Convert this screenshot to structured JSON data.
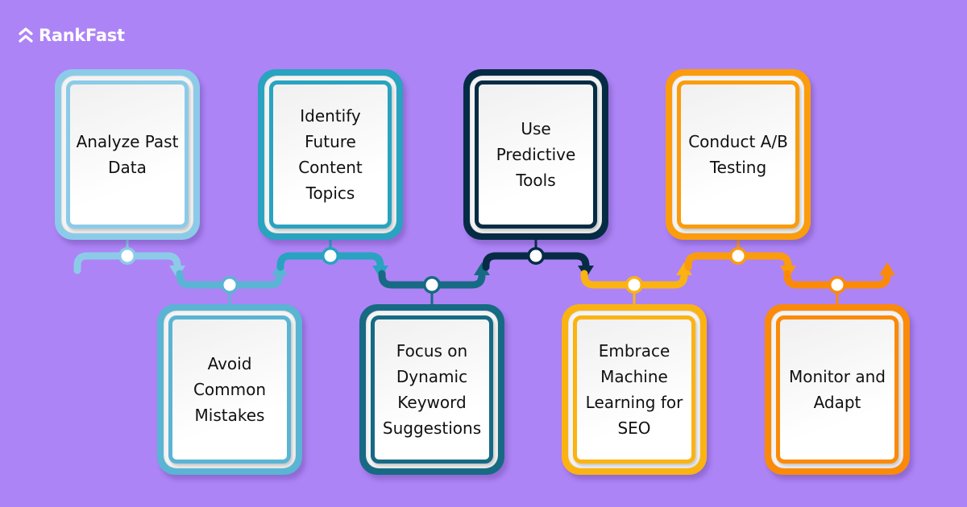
{
  "brand": {
    "name": "RankFast",
    "icon": "double-chevron-up-icon"
  },
  "colors": {
    "background": "#ad84f6",
    "steps": [
      "#8ccbe8",
      "#28a3c0",
      "#062c45",
      "#fb9c0c",
      "#5ab4d3",
      "#166a84",
      "#fbb312",
      "#fb8a08"
    ]
  },
  "steps": [
    {
      "order": 1,
      "row": "top",
      "label": "Analyze Past Data",
      "color": "#8ccbe8"
    },
    {
      "order": 2,
      "row": "bottom",
      "label": "Avoid Common Mistakes",
      "color": "#5ab4d3"
    },
    {
      "order": 3,
      "row": "top",
      "label": "Identify Future Content Topics",
      "color": "#28a3c0"
    },
    {
      "order": 4,
      "row": "bottom",
      "label": "Focus on Dynamic Keyword Suggestions",
      "color": "#166a84"
    },
    {
      "order": 5,
      "row": "top",
      "label": "Use Predictive Tools",
      "color": "#062c45"
    },
    {
      "order": 6,
      "row": "bottom",
      "label": "Embrace Machine Learning for SEO",
      "color": "#fbb312"
    },
    {
      "order": 7,
      "row": "top",
      "label": "Conduct A/B Testing",
      "color": "#fb9c0c"
    },
    {
      "order": 8,
      "row": "bottom",
      "label": "Monitor and Adapt",
      "color": "#fb8a08"
    }
  ]
}
